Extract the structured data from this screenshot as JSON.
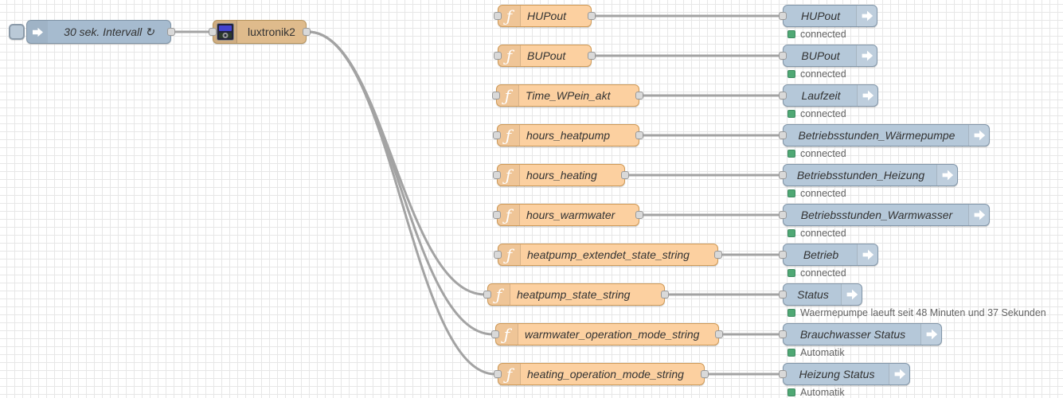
{
  "app": "node-red-flow-editor",
  "inject": {
    "label": "30 sek. Intervall",
    "repeat_indicator": "↻"
  },
  "device": {
    "label": "luxtronik2"
  },
  "icons": {
    "function_glyph": "ƒ"
  },
  "rows": [
    {
      "function_label": "HUPout",
      "output_label": "HUPout",
      "status": "connected"
    },
    {
      "function_label": "BUPout",
      "output_label": "BUPout",
      "status": "connected"
    },
    {
      "function_label": "Time_WPein_akt",
      "output_label": "Laufzeit",
      "status": "connected"
    },
    {
      "function_label": "hours_heatpump",
      "output_label": "Betriebsstunden_Wärmepumpe",
      "status": "connected"
    },
    {
      "function_label": "hours_heating",
      "output_label": "Betriebsstunden_Heizung",
      "status": "connected"
    },
    {
      "function_label": "hours_warmwater",
      "output_label": "Betriebsstunden_Warmwasser",
      "status": "connected"
    },
    {
      "function_label": "heatpump_extendet_state_string",
      "output_label": "Betrieb",
      "status": "connected"
    },
    {
      "function_label": "heatpump_state_string",
      "output_label": "Status",
      "status": "Waermepumpe laeuft seit 48 Minuten und 37 Sekunden"
    },
    {
      "function_label": "warmwater_operation_mode_string",
      "output_label": "Brauchwasser Status",
      "status": "Automatik"
    },
    {
      "function_label": "heating_operation_mode_string",
      "output_label": "Heizung Status",
      "status": "Automatik"
    }
  ],
  "colors": {
    "function_fill": "#fcd0a0",
    "function_border": "#cf9a57",
    "output_fill": "#b5c8d9",
    "output_border": "#8296a9",
    "inject_fill": "#a6bbcf",
    "device_fill": "#dfbb8c",
    "wire": "#a3a3a3",
    "status_dot": "#4fa874",
    "status_text": "#646464",
    "grid_line": "#e7e7e7"
  }
}
